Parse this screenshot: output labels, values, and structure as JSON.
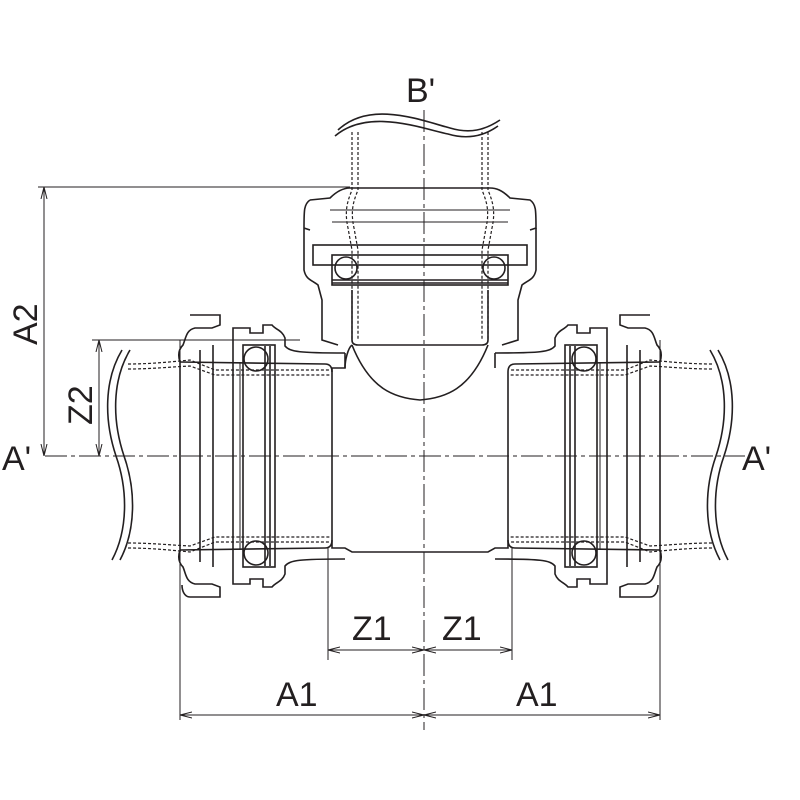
{
  "labels": {
    "branch_axis": "B'",
    "main_axis_left": "A'",
    "main_axis_right": "A'",
    "dim_a2": "A2",
    "dim_z2": "Z2",
    "dim_z1_left": "Z1",
    "dim_z1_right": "Z1",
    "dim_a1_left": "A1",
    "dim_a1_right": "A1"
  }
}
